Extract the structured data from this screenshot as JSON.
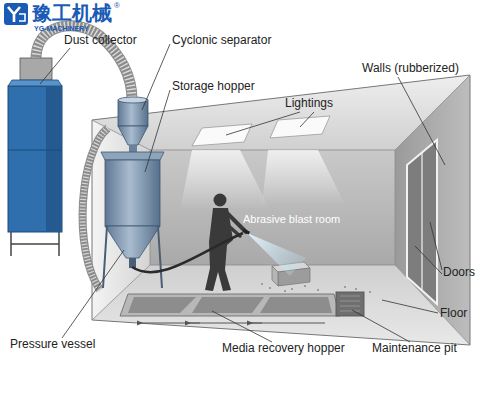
{
  "diagram": {
    "labels": [
      "豫工机械",
      "®",
      "YG-MACHINERY",
      "Dust collector",
      "Cyclonic separator",
      "Storage hopper",
      "Walls (rubberized)",
      "Lightings",
      "Abrasive blast room",
      "Doors",
      "Floor",
      "Pressure vessel",
      "Media recovery hopper",
      "Maintenance pit"
    ]
  }
}
